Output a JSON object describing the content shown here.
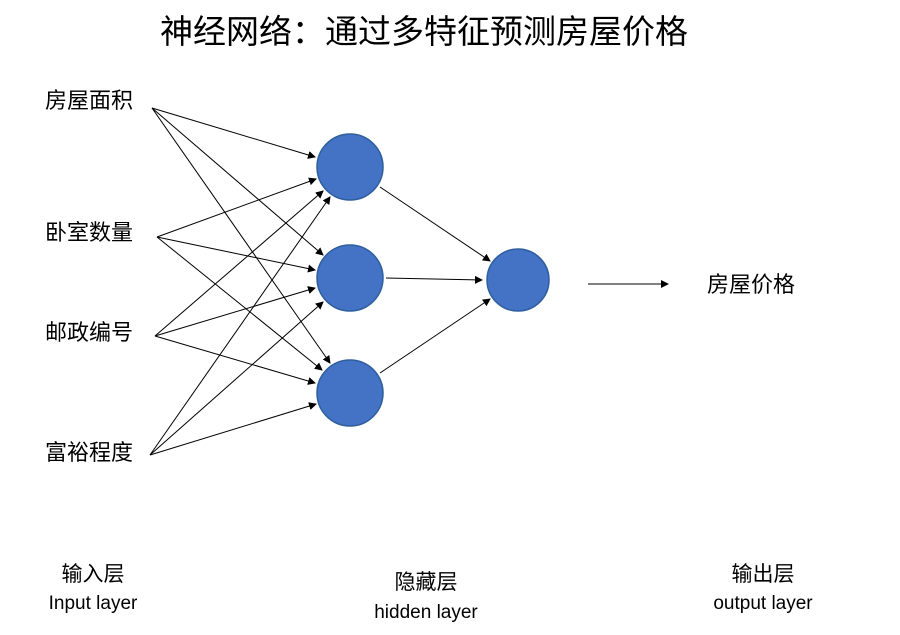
{
  "title": "神经网络：通过多特征预测房屋价格",
  "input_nodes": [
    "房屋面积",
    "卧室数量",
    "邮政编号",
    "富裕程度"
  ],
  "output_label": "房屋价格",
  "layer_captions": {
    "input_zh": "输入层",
    "input_en": "Input layer",
    "hidden_zh": "隐藏层",
    "hidden_en": "hidden layer",
    "output_zh": "输出层",
    "output_en": "output layer"
  },
  "structure": {
    "input_count": 4,
    "hidden_count": 3,
    "output_count": 1,
    "connections": "fully-connected input-to-hidden, hidden-to-output"
  },
  "colors": {
    "node_fill": "#4472C4",
    "node_stroke": "#2E5F9E",
    "edge": "#000000",
    "background": "#FFFFFF",
    "text": "#000000"
  }
}
